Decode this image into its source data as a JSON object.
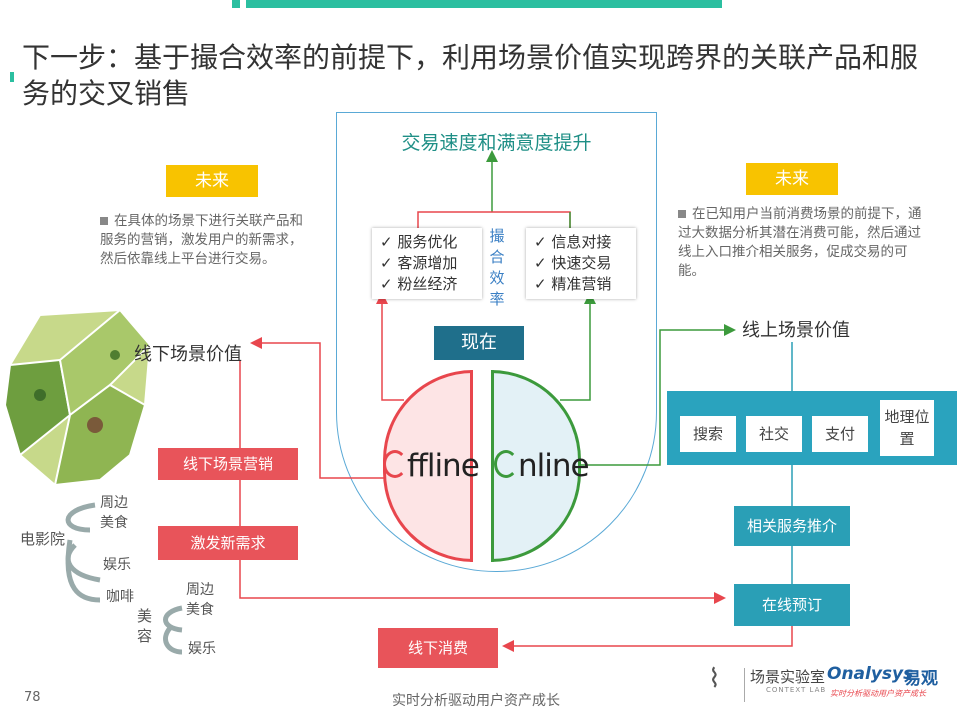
{
  "title": "下一步：基于撮合效率的前提下，利用场景价值实现跨界的关联产品和服务的交叉销售",
  "top_goal": "交易速度和满意度提升",
  "future_label": "未来",
  "left_note": "在具体的场景下进行关联产品和服务的营销，激发用户的新需求，然后依靠线上平台进行交易。",
  "right_note": "在已知用户当前消费场景的前提下，通过大数据分析其潜在消费可能，然后通过线上入口推介相关服务，促成交易的可能。",
  "left_checks": [
    "✓ 服务优化",
    "✓ 客源增加",
    "✓ 粉丝经济"
  ],
  "right_checks": [
    "✓ 信息对接",
    "✓ 快速交易",
    "✓ 精准营销"
  ],
  "center_vertical": [
    "撮",
    "合",
    "效",
    "率"
  ],
  "now_label": "现在",
  "offline_label": "ffline",
  "online_label": "nline",
  "offline_value": "线下场景价值",
  "online_value": "线上场景价值",
  "offline_marketing": "线下场景营销",
  "new_demand": "激发新需求",
  "offline_consume": "线下消费",
  "online_chips": [
    "搜索",
    "社交",
    "支付",
    "地理位置"
  ],
  "related_service": "相关服务推介",
  "online_booking": "在线预订",
  "cinema": "电影院",
  "cinema_branches": [
    "周边美食",
    "娱乐",
    "咖啡"
  ],
  "beauty": "美容",
  "beauty_branches": [
    "周边美食",
    "娱乐"
  ],
  "page_number": "78",
  "footer_slogan": "实时分析驱动用户资产成长",
  "logo_lab": "场景实验室",
  "logo_lab_en": "CONTEXT LAB",
  "logo_brand": "易观",
  "logo_tagline": "实时分析驱动用户资产成长",
  "colors": {
    "teal": "#2bbfa0",
    "red": "#e8464d",
    "green": "#3c9a3c",
    "blue": "#2a9fb6",
    "yellow": "#f8c300"
  }
}
